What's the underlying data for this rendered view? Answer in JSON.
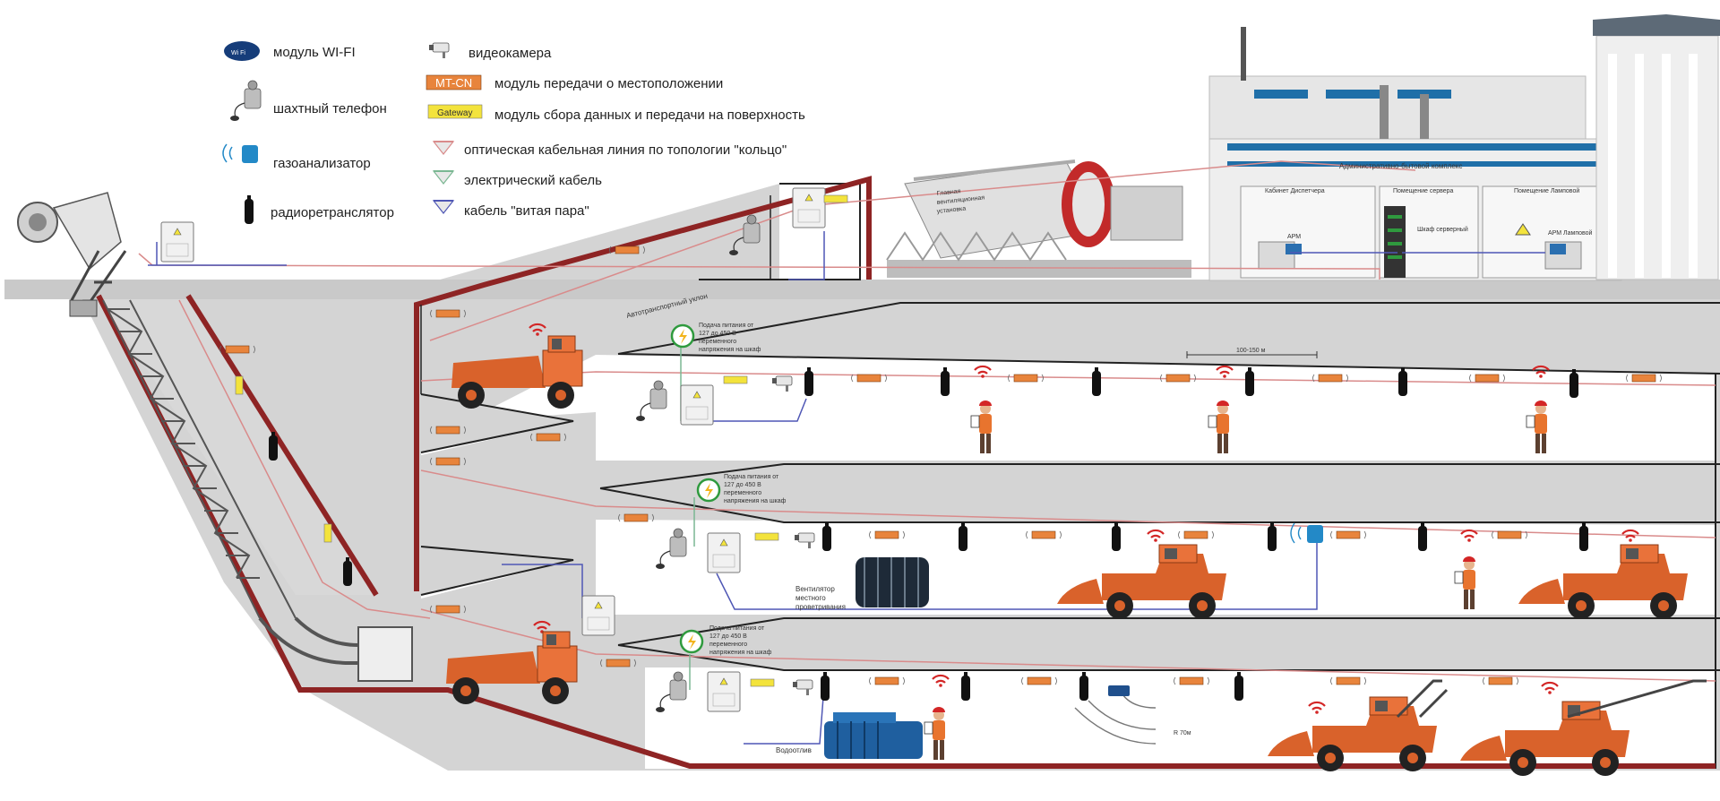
{
  "legend": {
    "wifi_badge": "Wi Fi",
    "wifi": "модуль WI-FI",
    "phone": "шахтный телефон",
    "gas": "газоанализатор",
    "radio": "радиоретранслятор",
    "camera": "видеокамера",
    "mtcn_badge": "MT-CN",
    "mtcn": "модуль передачи о местоположении",
    "gateway_badge": "Gateway",
    "gateway": "модуль сбора данных и передачи на поверхность",
    "optic": "оптическая кабельная линия по топологии \"кольцо\"",
    "electric": "электрический кабель",
    "twisted": "кабель \"витая пара\""
  },
  "labels": {
    "ramp": "Автотранспортный уклон",
    "fan_line1": "Главная",
    "fan_line2": "вентиляционная",
    "fan_line3": "установка",
    "admin": "Административно-бытовой комплекс",
    "room1": "Кабинет Диспетчера",
    "room2": "Помещение сервера",
    "room3": "Помещение Ламповой",
    "arm1": "АРМ",
    "arm2": "АРМ Ламповой",
    "server": "Шкаф серверный",
    "distance": "100-150 м",
    "power_1": "Подача питания от",
    "power_2": "127 до 450 В",
    "power_3": "переменного",
    "power_4": "напряжения на шкаф",
    "local_fan_1": "Вентилятор",
    "local_fan_2": "местного",
    "local_fan_3": "проветривания",
    "drainage": "Водоотлив",
    "range": "R 70м"
  },
  "colors": {
    "rock": "#d4d4d4",
    "wall": "#8e2424",
    "optic": "#d98b8b",
    "electric": "#7ab792",
    "twisted": "#4f57b5",
    "vehicle": "#d9622b",
    "mtcn": "#e8843c",
    "gateway": "#f3e33c",
    "wifi_signal": "#d32626",
    "power_ring": "#2f9a3e"
  }
}
